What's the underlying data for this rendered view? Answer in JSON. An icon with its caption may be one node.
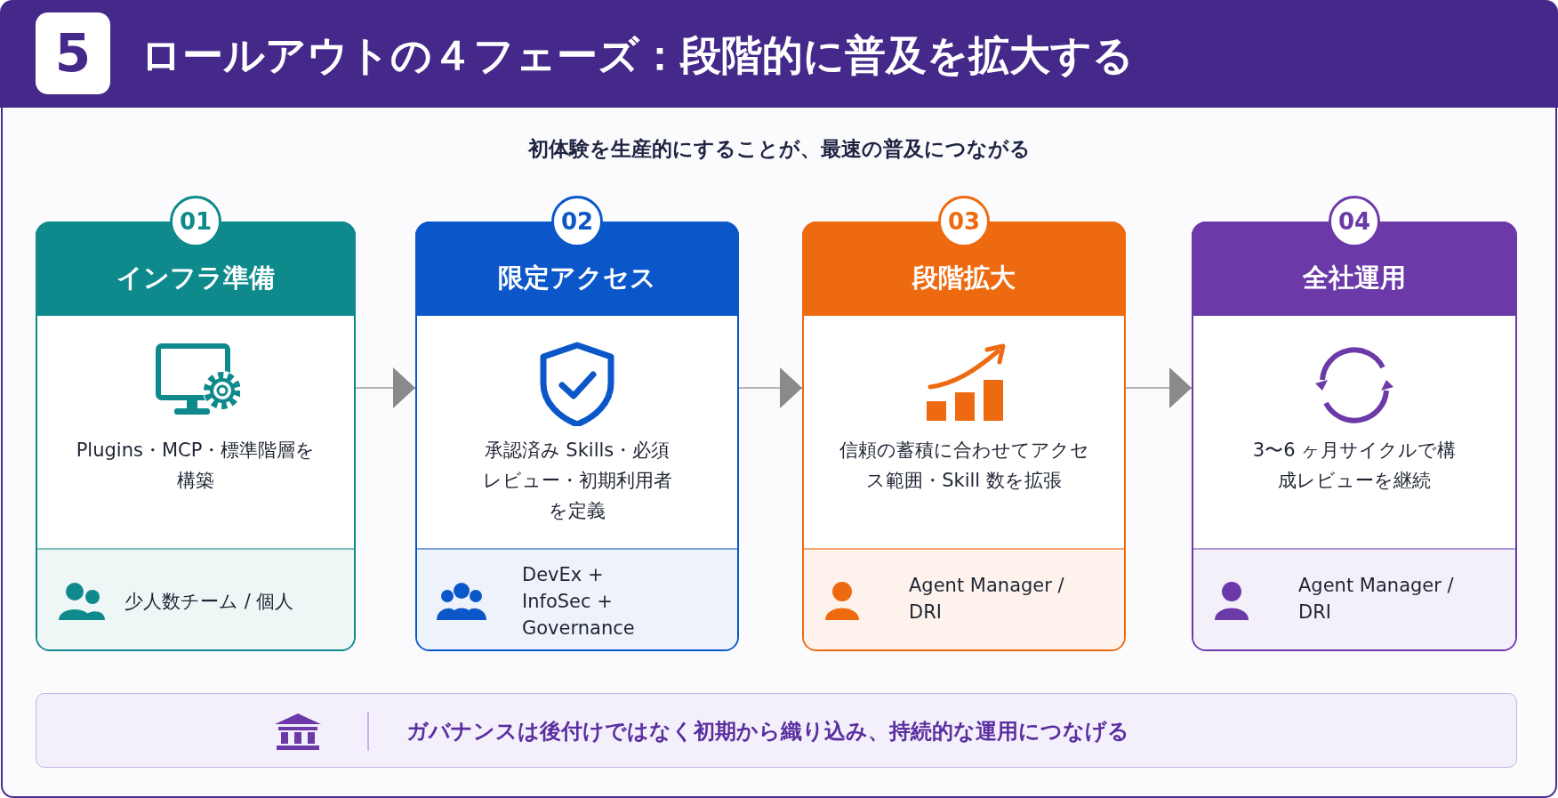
{
  "diagram": {
    "title": "ロールアウトの４フェーズ：段階的に普及を拡大する",
    "nodes": [
      {
        "text": [
          "01",
          "インフラ準備",
          "Plugins・MCP・標準階層を構築",
          "少人数チーム / 個人"
        ]
      },
      {
        "text": [
          "02",
          "限定アクセス",
          "承認済み Skills・必須レビュー・初期利用者を定義",
          "DevEx + InfoSec + Governance"
        ]
      },
      {
        "text": [
          "03",
          "段階拡大",
          "信頼の蓄積に合わせてアクセス範囲・Skill 数を拡張",
          "Agent Manager / DRI"
        ]
      },
      {
        "text": [
          "04",
          "全社運用",
          "3〜6 ヶ月サイクルで構成レビューを継続",
          "Agent Manager / DRI"
        ]
      },
      {
        "text": [
          "ガバナンスは後付けではなく初期から織り込み、持続的な運用につなげる"
        ]
      }
    ],
    "edges": [
      {
        "from": 0,
        "to": 1,
        "arrow": "to"
      },
      {
        "from": 1,
        "to": 2,
        "arrow": "to"
      },
      {
        "from": 2,
        "to": 3,
        "arrow": "to"
      }
    ],
    "labels": [
      "5",
      "初体験を生産的にすることが、最速の普及につながる"
    ]
  }
}
